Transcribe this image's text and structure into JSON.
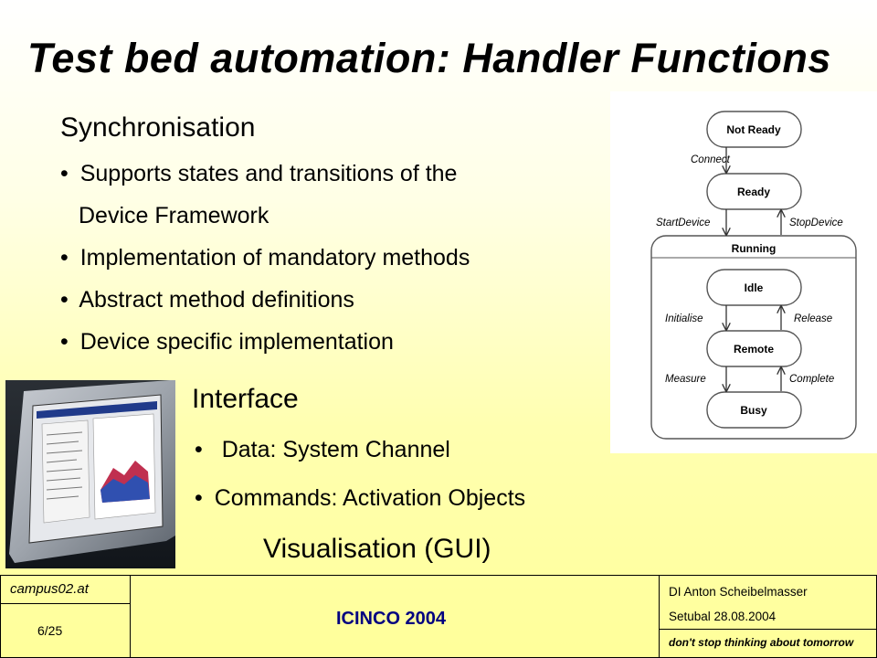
{
  "slide": {
    "title": "Test bed automation: Handler Functions",
    "sync": {
      "heading": "Synchronisation",
      "bullet_char": "•",
      "lines": [
        "Supports states and transitions of the",
        "Device Framework",
        "Implementation of mandatory methods",
        "Abstract method definitions",
        "Device specific implementation"
      ]
    },
    "interface": {
      "heading": "Interface",
      "bullet_char": "•",
      "items": [
        "Data: System Channel",
        "Commands: Activation Objects"
      ],
      "gui_label": "Visualisation (GUI)"
    },
    "state_diagram": {
      "states": [
        "Not Ready",
        "Ready",
        "Running",
        "Idle",
        "Remote",
        "Busy"
      ],
      "transitions": [
        "Connect",
        "StartDevice",
        "StopDevice",
        "Initialise",
        "Release",
        "Measure",
        "Complete"
      ]
    },
    "image": {
      "name": "computer-monitor-with-chart"
    }
  },
  "footer": {
    "site": "campus02.at",
    "page": "6/25",
    "conference": "ICINCO 2004",
    "author": "DI Anton Scheibelmasser",
    "place_date": "Setubal 28.08.2004",
    "slogan": "don't stop thinking about tomorrow"
  },
  "colors": {
    "background_top": "#ffffff",
    "background_bottom": "#ffff9a",
    "conference": "#000080"
  }
}
